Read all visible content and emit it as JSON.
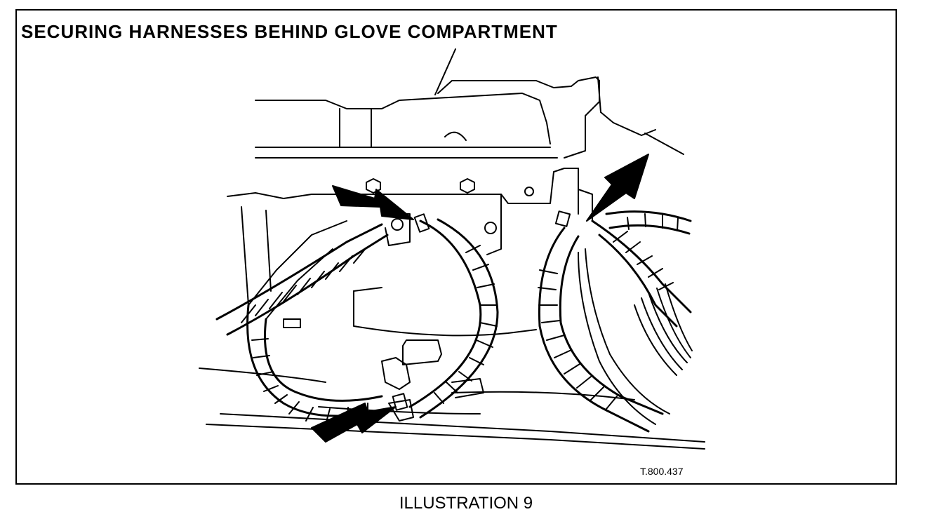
{
  "figure": {
    "title": "SECURING HARNESSES BEHIND GLOVE COMPARTMENT",
    "reference": "T.800.437",
    "caption": "ILLUSTRATION 9"
  }
}
